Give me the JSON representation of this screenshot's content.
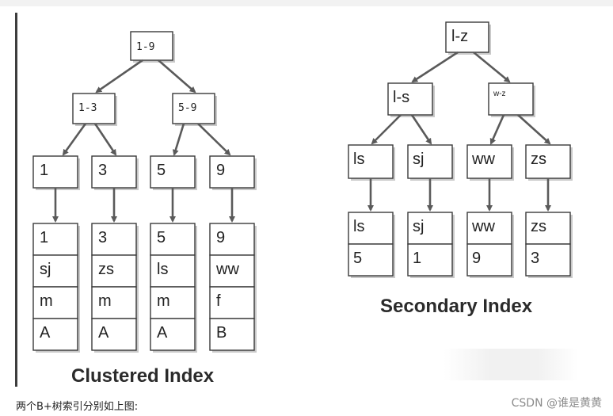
{
  "clustered": {
    "title": "Clustered Index",
    "root": "1-9",
    "level2": [
      "1-3",
      "5-9"
    ],
    "leaves": [
      "1",
      "3",
      "5",
      "9"
    ],
    "rows": [
      [
        "1",
        "sj",
        "m",
        "A"
      ],
      [
        "3",
        "zs",
        "m",
        "A"
      ],
      [
        "5",
        "ls",
        "m",
        "A"
      ],
      [
        "9",
        "ww",
        "f",
        "B"
      ]
    ]
  },
  "secondary": {
    "title": "Secondary Index",
    "root": "l-z",
    "level2": [
      "l-s",
      "w-z"
    ],
    "leaves": [
      "ls",
      "sj",
      "ww",
      "zs"
    ],
    "rows": [
      [
        "ls",
        "5"
      ],
      [
        "sj",
        "1"
      ],
      [
        "ww",
        "9"
      ],
      [
        "zs",
        "3"
      ]
    ]
  },
  "footer": {
    "text": "两个B+树索引分别如上图:",
    "watermark": "CSDN @谁是黄黄"
  }
}
